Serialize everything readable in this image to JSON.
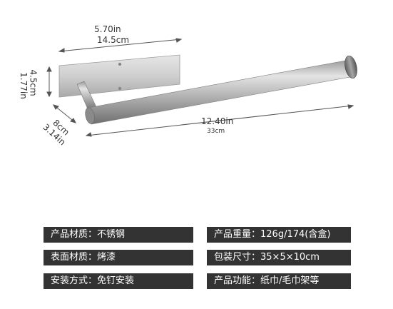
{
  "dimensions": {
    "plate_width_in": "5.70in",
    "plate_width_cm": "14.5cm",
    "plate_height_cm": "4.5cm",
    "plate_height_in": "1.77in",
    "depth_cm": "8cm",
    "depth_in": "3.14in",
    "rod_length_in": "12.40in",
    "rod_length_cm": "33cm"
  },
  "specs": [
    {
      "label": "产品材质：",
      "value": "不锈钢"
    },
    {
      "label": "产品重量：",
      "value": "126g/174(含盒)"
    },
    {
      "label": "表面材质：",
      "value": "烤漆"
    },
    {
      "label": "包装尺寸：",
      "value": "35×5×10cm"
    },
    {
      "label": "安装方式：",
      "value": "免钉安装"
    },
    {
      "label": "产品功能：",
      "value": "纸巾/毛巾架等"
    }
  ],
  "colors": {
    "spec_background": "#333333",
    "spec_text": "#ffffff",
    "metal": "#b8b8b8"
  }
}
